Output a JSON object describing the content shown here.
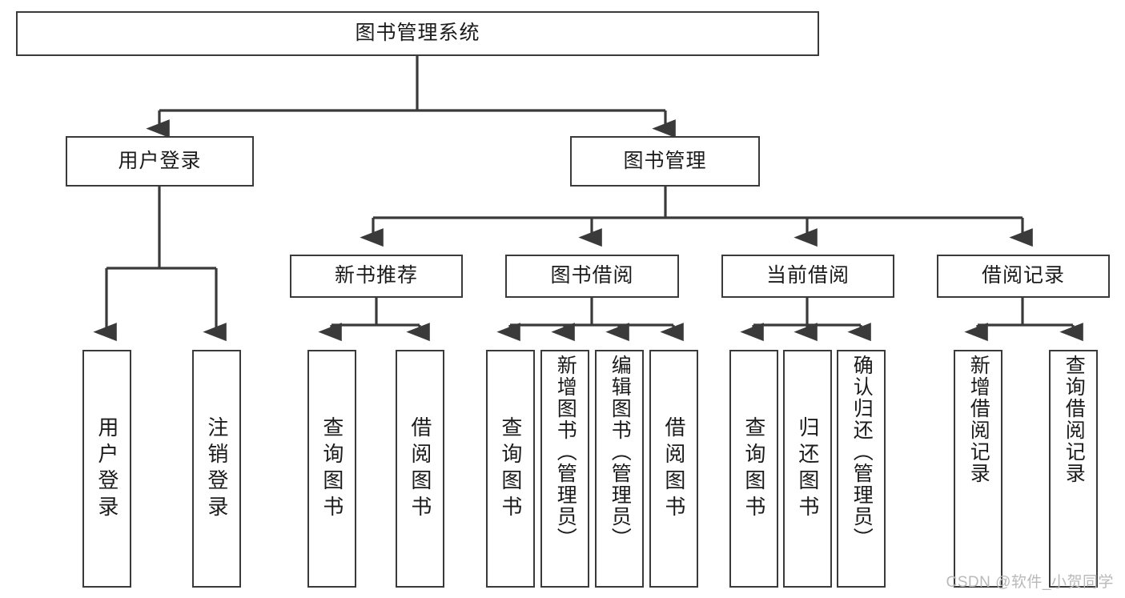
{
  "diagram": {
    "type": "tree-hierarchy-flowchart",
    "title": "图书管理系统",
    "watermark": "CSDN @软件_小贺同学",
    "colors": {
      "stroke": "#3a3a3a",
      "text": "#1b1b1b",
      "background": "#ffffff",
      "watermark": "#b9b9b9"
    },
    "nodes": {
      "root": {
        "label": "图书管理系统"
      },
      "level2": [
        {
          "label": "用户登录"
        },
        {
          "label": "图书管理"
        }
      ],
      "level3": [
        {
          "label": "新书推荐"
        },
        {
          "label": "图书借阅"
        },
        {
          "label": "当前借阅"
        },
        {
          "label": "借阅记录"
        }
      ],
      "leaves": {
        "user_login": [
          {
            "label": "用户登录"
          },
          {
            "label": "注销登录"
          }
        ],
        "new_book": [
          {
            "label": "查询图书"
          },
          {
            "label": "借阅图书"
          }
        ],
        "book_borrow": [
          {
            "label": "查询图书"
          },
          {
            "label": "新增图书（管理员）"
          },
          {
            "label": "编辑图书（管理员）"
          },
          {
            "label": "借阅图书"
          }
        ],
        "current_borrow": [
          {
            "label": "查询图书"
          },
          {
            "label": "归还图书"
          },
          {
            "label": "确认归还（管理员）"
          }
        ],
        "borrow_record": [
          {
            "label": "新增借阅记录"
          },
          {
            "label": "查询借阅记录"
          }
        ]
      }
    }
  }
}
